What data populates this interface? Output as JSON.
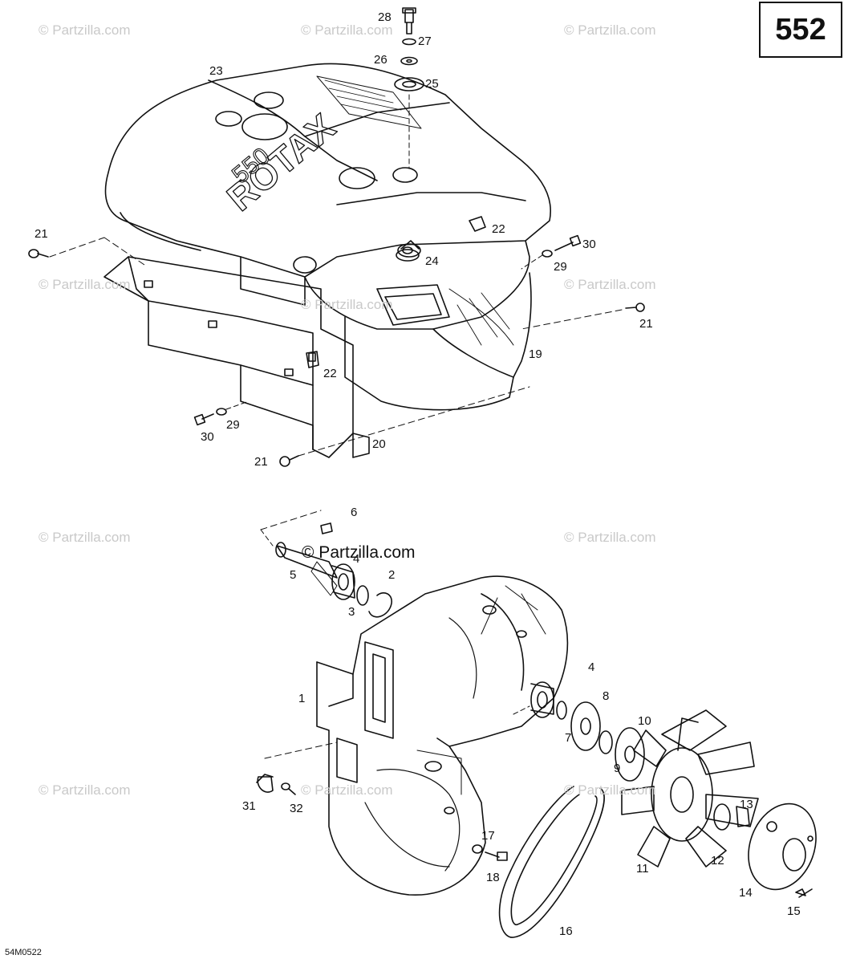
{
  "page_number": "552",
  "diagram_code": "54M0522",
  "watermark": "© Partzilla.com",
  "cover_brand": "ROTAX",
  "cover_model": "550",
  "callouts": [
    "1",
    "2",
    "3",
    "4",
    "4",
    "5",
    "6",
    "7",
    "8",
    "9",
    "10",
    "11",
    "12",
    "13",
    "14",
    "15",
    "16",
    "17",
    "18",
    "19",
    "20",
    "21",
    "21",
    "21",
    "22",
    "22",
    "23",
    "24",
    "25",
    "26",
    "27",
    "28",
    "29",
    "29",
    "30",
    "30",
    "31",
    "32"
  ]
}
